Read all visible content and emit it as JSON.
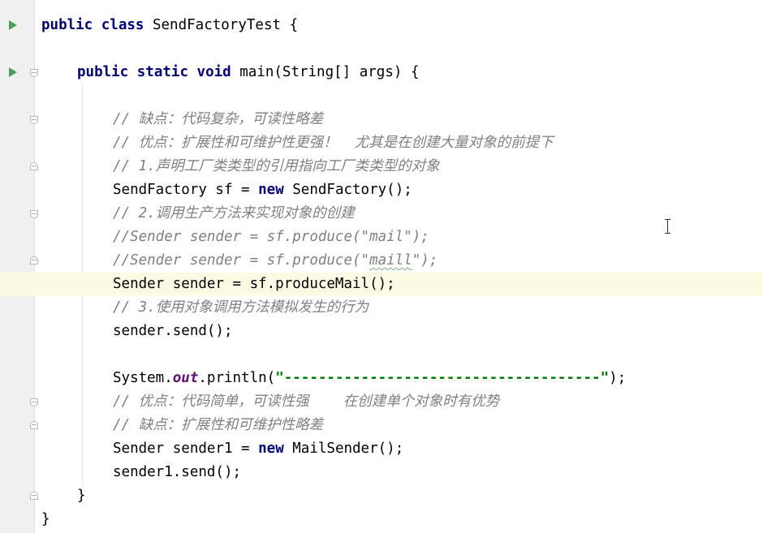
{
  "editor": {
    "lines": [
      {
        "indent": 0,
        "tokens": [
          {
            "t": "public",
            "c": "kw"
          },
          {
            "t": " "
          },
          {
            "t": "class",
            "c": "kw"
          },
          {
            "t": " SendFactoryTest {"
          }
        ],
        "run": true
      },
      {
        "indent": 0,
        "tokens": []
      },
      {
        "indent": 1,
        "tokens": [
          {
            "t": "public",
            "c": "kw"
          },
          {
            "t": " "
          },
          {
            "t": "static",
            "c": "kw"
          },
          {
            "t": " "
          },
          {
            "t": "void",
            "c": "kw"
          },
          {
            "t": " main(String[] args) {"
          }
        ],
        "run": true,
        "fold": "open"
      },
      {
        "indent": 0,
        "tokens": []
      },
      {
        "indent": 2,
        "tokens": [
          {
            "t": "// 缺点：代码复杂，可读性略差",
            "c": "cmt"
          }
        ],
        "fold": "open"
      },
      {
        "indent": 2,
        "tokens": [
          {
            "t": "// 优点：扩展性和可维护性更强！  尤其是在创建大量对象的前提下",
            "c": "cmt"
          }
        ]
      },
      {
        "indent": 2,
        "tokens": [
          {
            "t": "// 1.声明工厂类类型的引用指向工厂类类型的对象",
            "c": "cmt"
          }
        ],
        "fold": "end"
      },
      {
        "indent": 2,
        "tokens": [
          {
            "t": "SendFactory sf = "
          },
          {
            "t": "new",
            "c": "kw"
          },
          {
            "t": " SendFactory();"
          }
        ]
      },
      {
        "indent": 2,
        "tokens": [
          {
            "t": "// 2.调用生产方法来实现对象的创建",
            "c": "cmt"
          }
        ],
        "fold": "open"
      },
      {
        "indent": 2,
        "tokens": [
          {
            "t": "//Sender sender = sf.produce(\"mail\");",
            "c": "cmt"
          }
        ]
      },
      {
        "indent": 2,
        "tokens": [
          {
            "t": "//Sender sender = sf.produce(\"",
            "c": "cmt"
          },
          {
            "t": "maill",
            "c": "cmt typo"
          },
          {
            "t": "\");",
            "c": "cmt"
          }
        ],
        "fold": "end"
      },
      {
        "indent": 2,
        "tokens": [
          {
            "t": "Sender sender = sf.produceMail();"
          }
        ],
        "current": true
      },
      {
        "indent": 2,
        "tokens": [
          {
            "t": "// 3.使用对象调用方法模拟发生的行为",
            "c": "cmt"
          }
        ]
      },
      {
        "indent": 2,
        "tokens": [
          {
            "t": "sender.send();"
          }
        ]
      },
      {
        "indent": 0,
        "tokens": []
      },
      {
        "indent": 2,
        "tokens": [
          {
            "t": "System."
          },
          {
            "t": "out",
            "c": "fld"
          },
          {
            "t": ".println("
          },
          {
            "t": "\"-------------------------------------\"",
            "c": "str"
          },
          {
            "t": ");"
          }
        ]
      },
      {
        "indent": 2,
        "tokens": [
          {
            "t": "// 优点：代码简单，可读性强    在创建单个对象时有优势",
            "c": "cmt"
          }
        ],
        "fold": "open"
      },
      {
        "indent": 2,
        "tokens": [
          {
            "t": "// 缺点：扩展性和可维护性略差",
            "c": "cmt"
          }
        ],
        "fold": "end"
      },
      {
        "indent": 2,
        "tokens": [
          {
            "t": "Sender sender1 = "
          },
          {
            "t": "new",
            "c": "kw"
          },
          {
            "t": " MailSender();"
          }
        ]
      },
      {
        "indent": 2,
        "tokens": [
          {
            "t": "sender1.send();"
          }
        ]
      },
      {
        "indent": 1,
        "tokens": [
          {
            "t": "}"
          }
        ],
        "fold": "end"
      },
      {
        "indent": 0,
        "tokens": [
          {
            "t": "}"
          }
        ]
      }
    ]
  },
  "icons": {
    "run": "run-gutter-icon",
    "fold_open": "fold-open-icon",
    "fold_end": "fold-end-icon",
    "caret": "text-cursor-icon"
  }
}
